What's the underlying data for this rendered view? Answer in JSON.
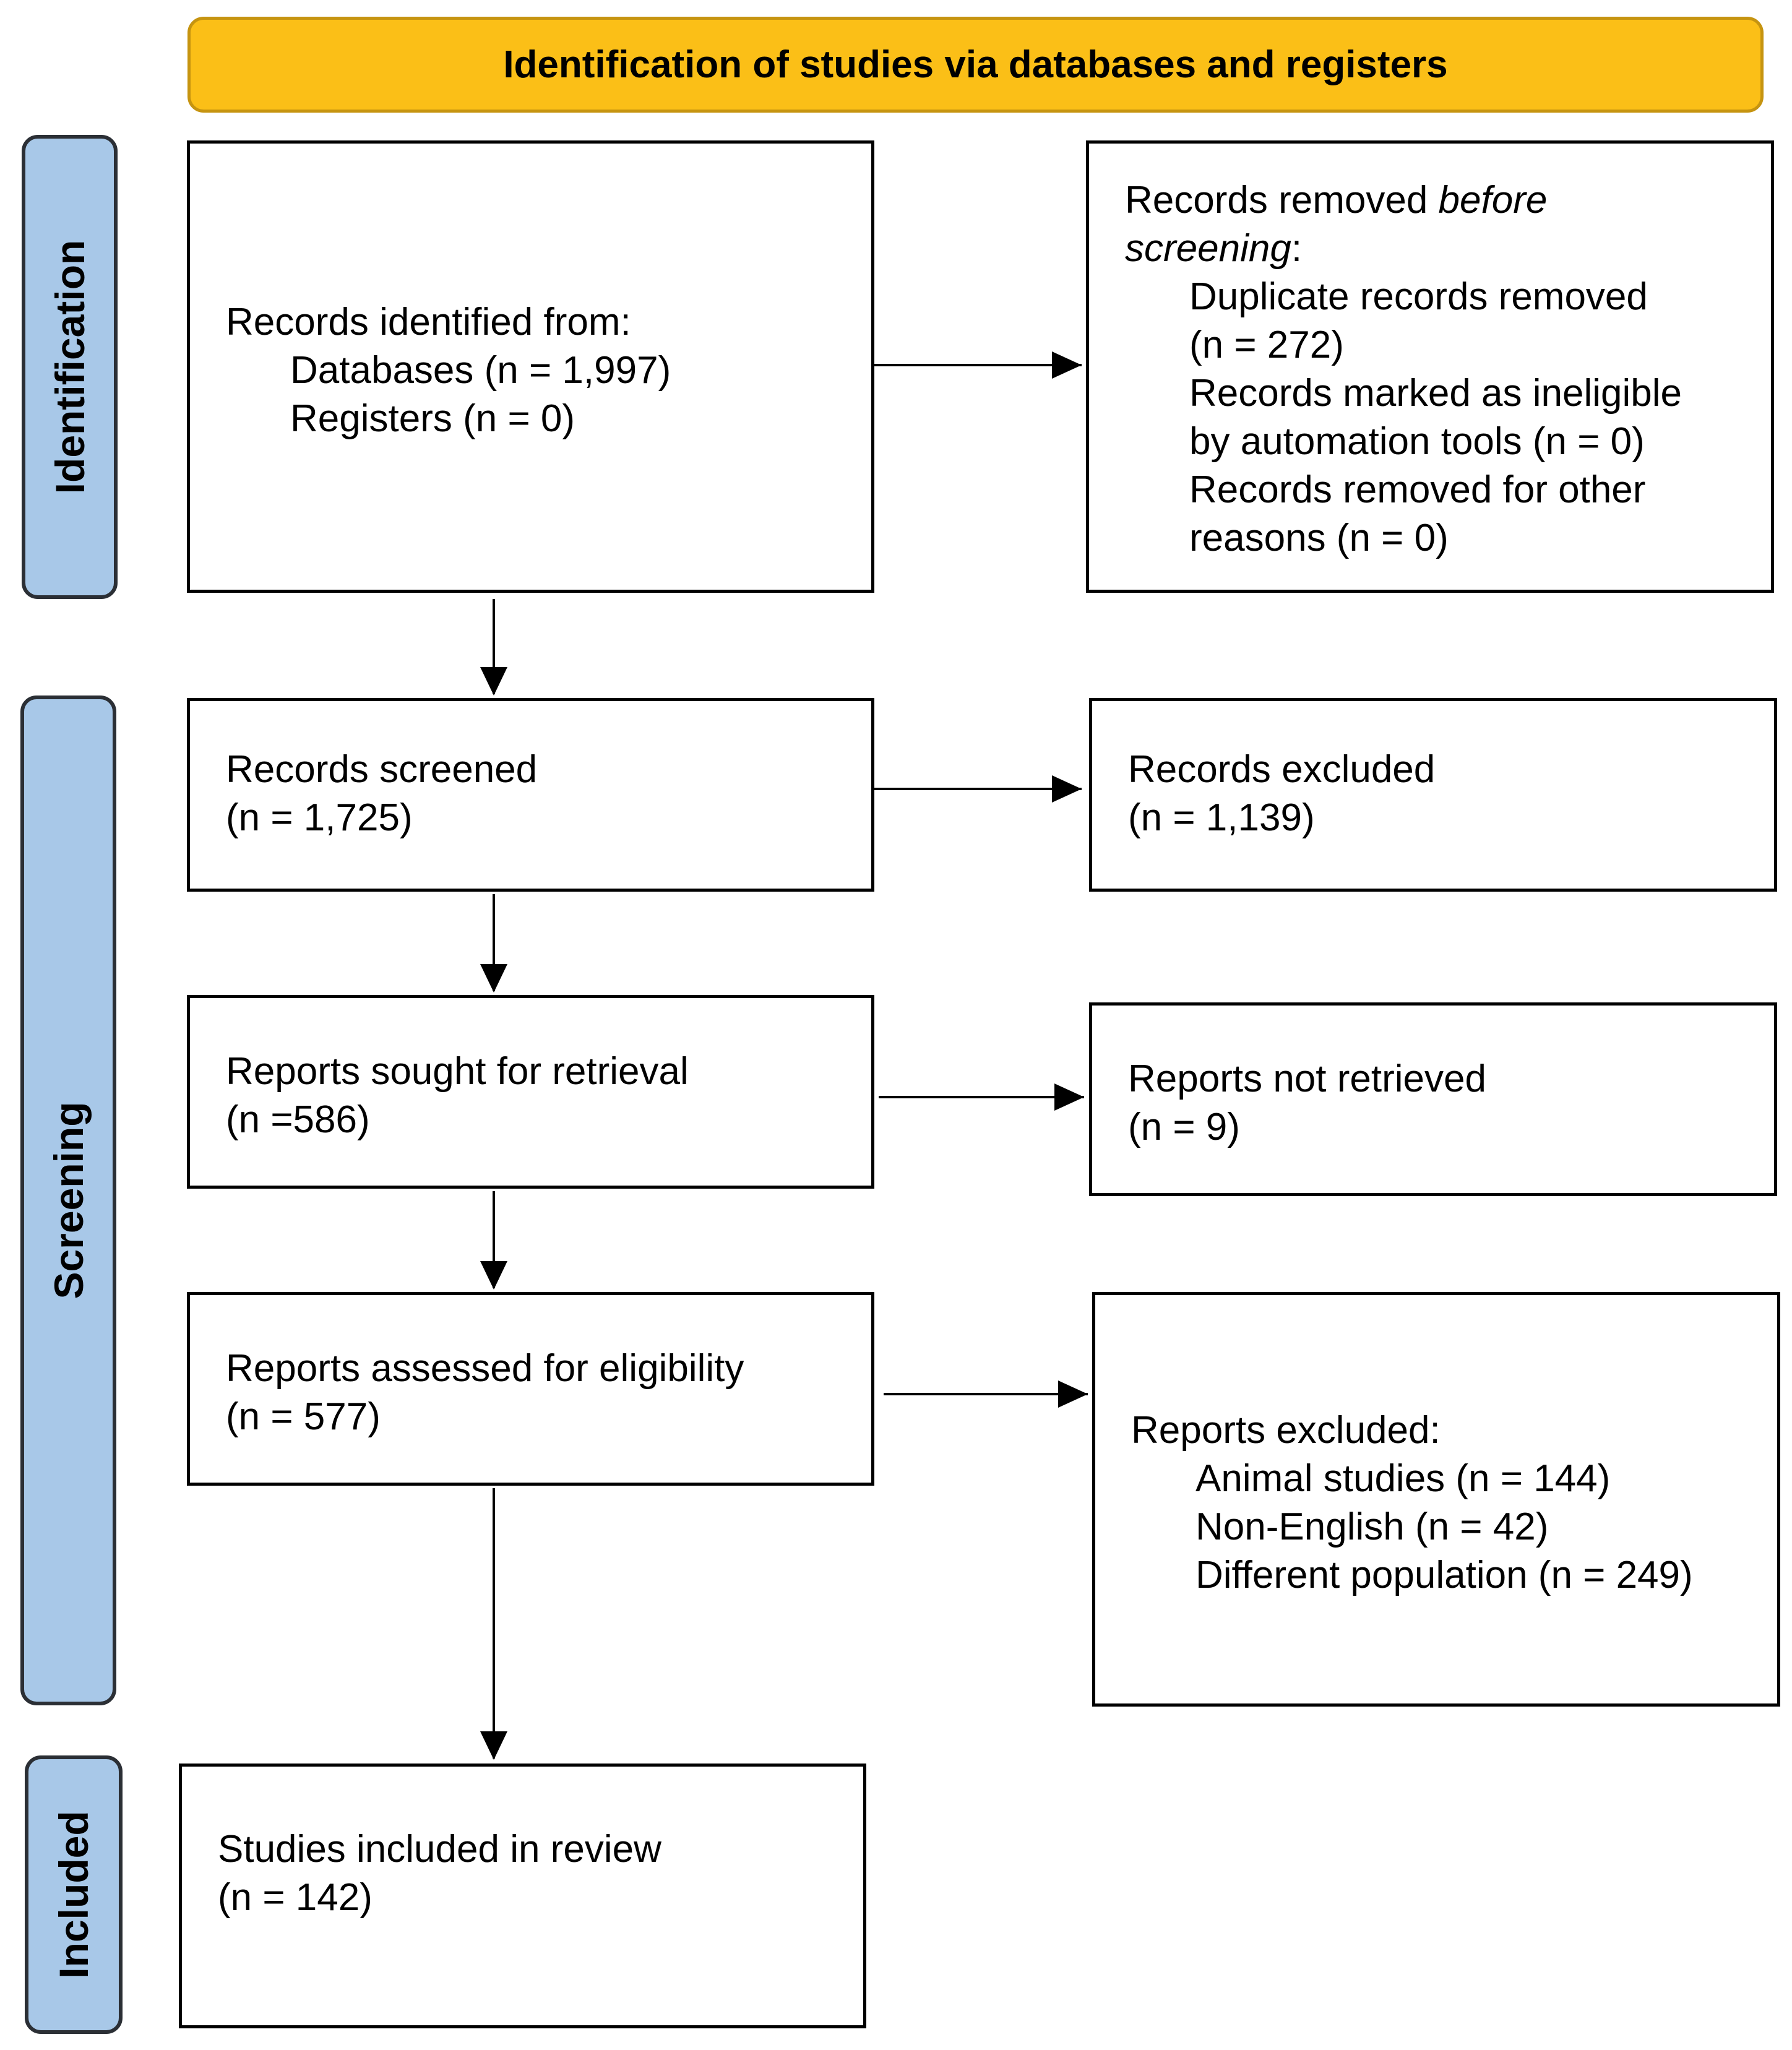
{
  "header": {
    "title": "Identification of studies via databases and registers"
  },
  "phases": {
    "identification": "Identification",
    "screening": "Screening",
    "included": "Included"
  },
  "records_identified": {
    "title": "Records identified from:",
    "items": [
      "Databases (n = 1,997)",
      "Registers (n = 0)"
    ]
  },
  "records_removed": {
    "title_start": "Records removed ",
    "title_italic_1": "before",
    "title_italic_2": "screening",
    "title_end": ":",
    "items": [
      "Duplicate records removed",
      "(n = 272)",
      "Records marked as ineligible",
      "by automation tools (n = 0)",
      "Records removed for other",
      "reasons (n = 0)"
    ]
  },
  "records_screened": {
    "title": "Records screened",
    "count": "(n = 1,725)"
  },
  "records_excluded": {
    "title": "Records excluded",
    "count": "(n = 1,139)"
  },
  "reports_sought": {
    "title": "Reports sought for retrieval",
    "count": "(n =586)"
  },
  "reports_not_retrieved": {
    "title": "Reports not retrieved",
    "count": "(n = 9)"
  },
  "reports_assessed": {
    "title": "Reports assessed for eligibility",
    "count": "(n = 577)"
  },
  "reports_excluded": {
    "title": "Reports excluded:",
    "items": [
      "Animal studies (n = 144)",
      "Non-English (n = 42)",
      "Different population (n = 249)"
    ]
  },
  "studies_included": {
    "title": "Studies included in review",
    "count": "(n = 142)"
  }
}
